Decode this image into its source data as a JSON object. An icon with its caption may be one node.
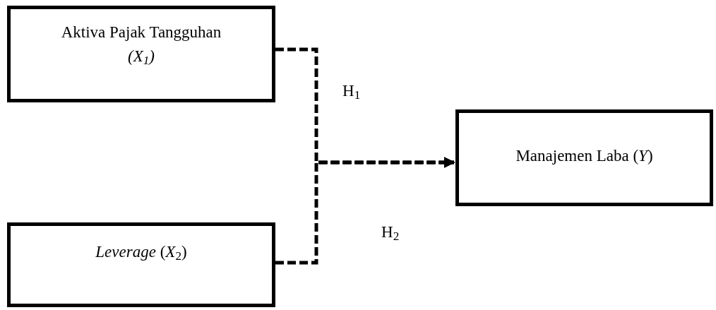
{
  "diagram": {
    "nodes": [
      {
        "text": [
          "Aktiva Pajak Tangguhan",
          "(X$_{1}$)"
        ]
      },
      {
        "text": [
          "*Leverage* (*X*$_{2}$)"
        ]
      },
      {
        "text": [
          "Manajemen Laba (*Y*)"
        ]
      }
    ],
    "edges": [
      {
        "from": 0,
        "to": 2,
        "arrow": "to",
        "style": "dashed"
      },
      {
        "from": 1,
        "to": 2,
        "arrow": "to",
        "style": "dashed"
      }
    ],
    "labels": [
      "H$_{1}$",
      "H$_{2}$"
    ]
  }
}
